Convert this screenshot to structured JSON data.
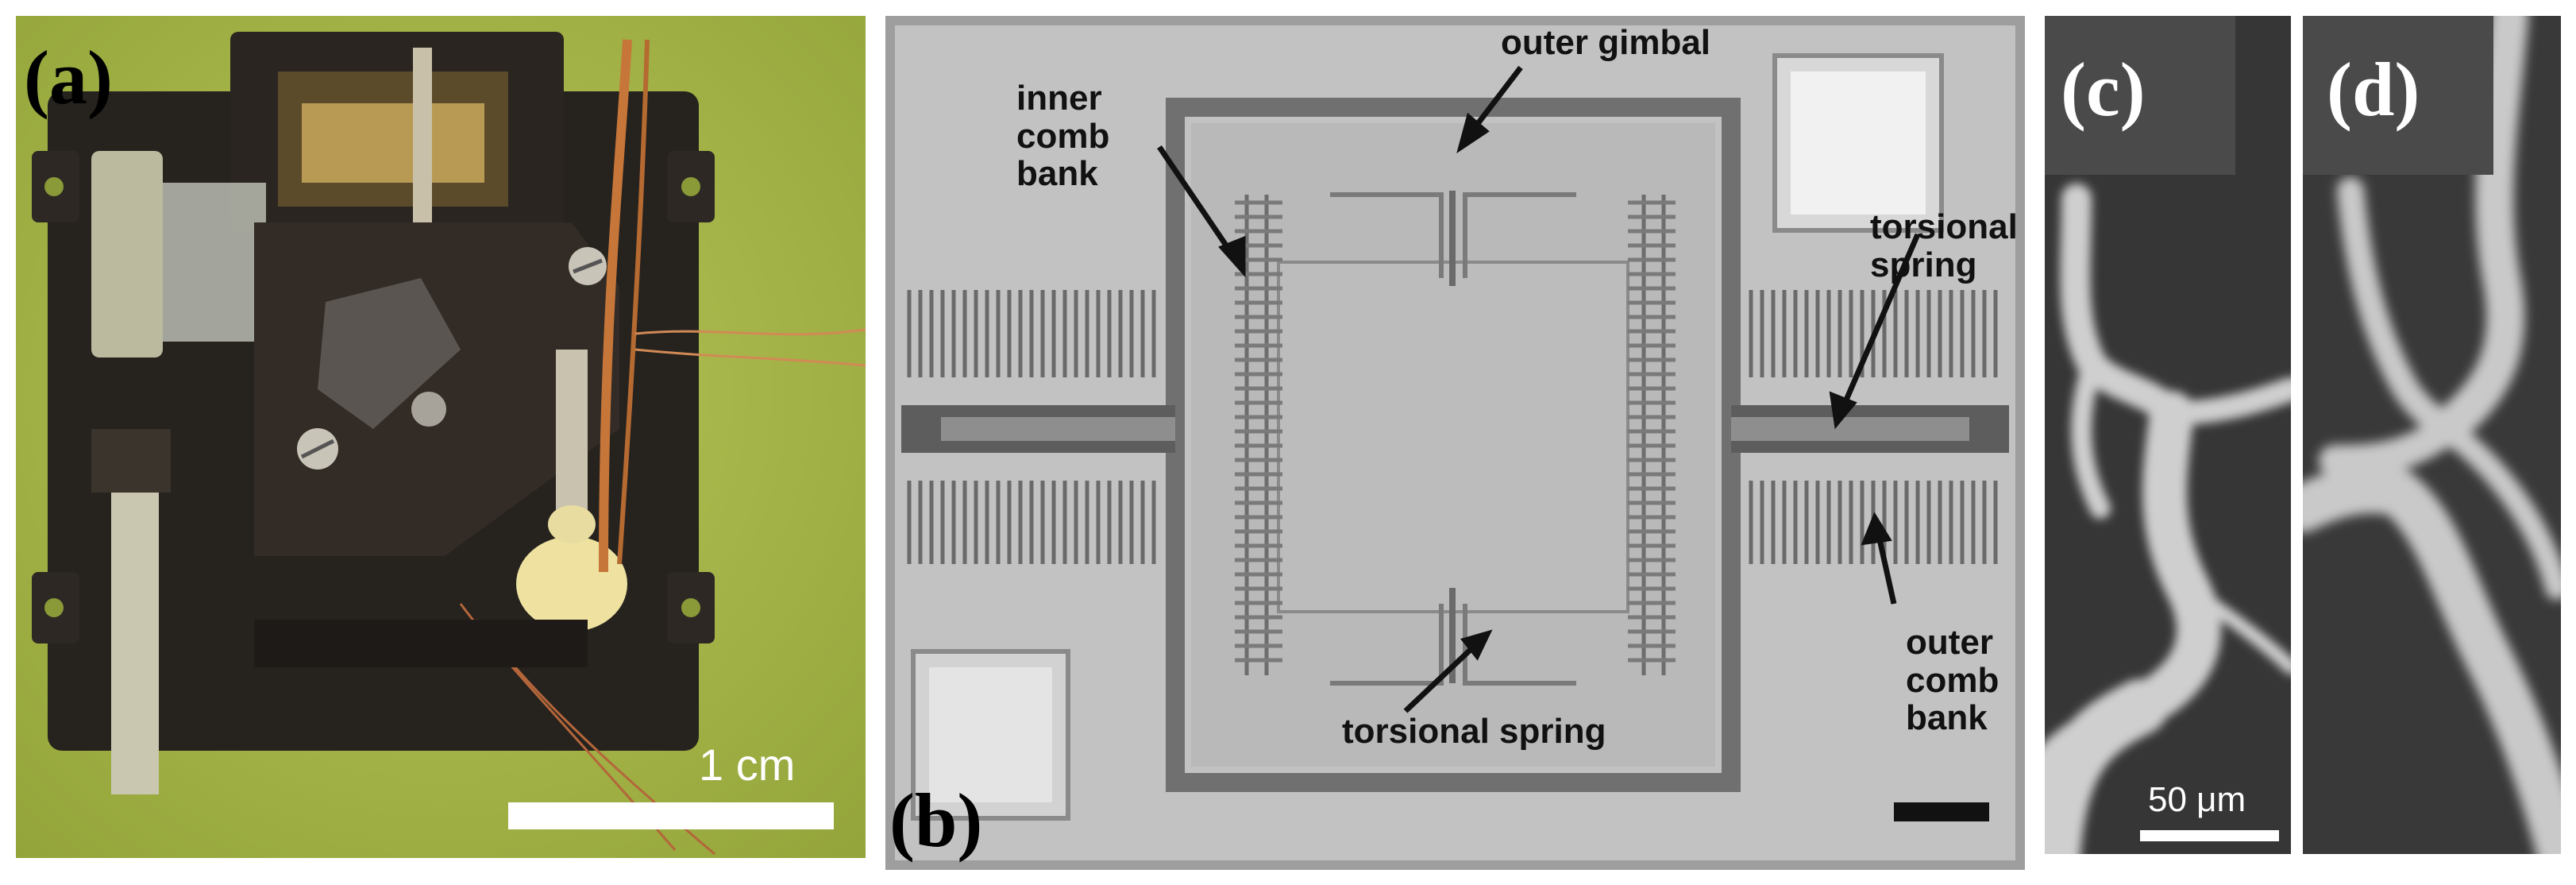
{
  "panels": {
    "a": {
      "label": "(a)",
      "scale_text": "1 cm"
    },
    "b": {
      "label": "(b)",
      "annotations": {
        "outer_gimbal": "outer gimbal",
        "inner_comb_bank": "inner comb bank",
        "torsional_spring_right": "torsional spring",
        "torsional_spring_bottom": "torsional spring",
        "outer_comb_bank": "outer comb bank"
      }
    },
    "c": {
      "label": "(c)",
      "scale_text": "50 μm"
    },
    "d": {
      "label": "(d)"
    }
  },
  "colors": {
    "photo_background": "#a9b84a",
    "device_body": "#2b2622",
    "sem_background": "#bdbdbd",
    "fluorescence_background": "#3a3a3a",
    "vessel": "#d6d6d6"
  }
}
